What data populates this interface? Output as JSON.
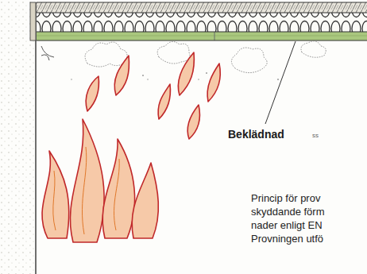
{
  "diagram": {
    "labels": [
      "Beklädnad",
      "ss",
      "Princip för prov",
      "skyddande förm",
      "nader enligt EN",
      "Provningen utfö"
    ]
  }
}
